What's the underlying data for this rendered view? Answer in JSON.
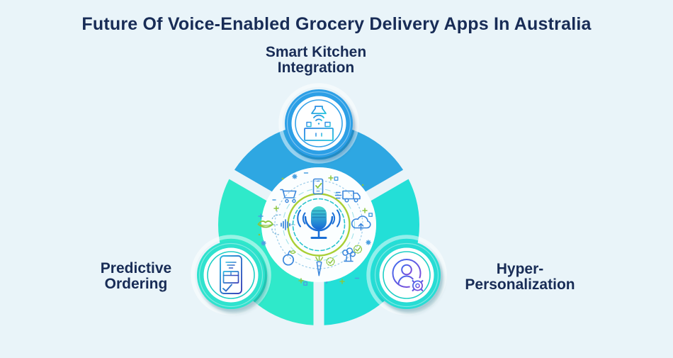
{
  "title": "Future Of Voice-Enabled Grocery Delivery Apps In Australia",
  "background_color": "#E9F4F9",
  "title_color": "#182C56",
  "segments": [
    {
      "name": "smart-kitchen-integration",
      "label_line1": "Smart Kitchen",
      "label_line2": "Integration",
      "segment_color": "#2EA7E2",
      "badge_color": "#2C9FE6",
      "ring_color": "#35A2E8",
      "icon": "smart-kitchen-icon"
    },
    {
      "name": "predictive-ordering",
      "label_line1": "Predictive",
      "label_line2": "Ordering",
      "segment_color": "#2FE9CA",
      "badge_color": "#2FE2CE",
      "ring_color": "#1FCFC5",
      "icon": "order-device-icon"
    },
    {
      "name": "hyper-personalization",
      "label_line1": "Hyper-",
      "label_line2": "Personalization",
      "segment_color": "#23DFD7",
      "badge_color": "#28DCD4",
      "ring_color": "#1FCFC5",
      "icon": "user-gear-icon"
    }
  ],
  "center": {
    "main_icon": "microphone-icon",
    "orbit_icons": [
      "shopping-cart-icon",
      "smartphone-check-icon",
      "delivery-truck-icon",
      "cloud-upload-icon",
      "broccoli-icon",
      "carrot-icon",
      "apple-icon",
      "lips-icon",
      "voice-wave-icon"
    ],
    "accent_blue": "#3B87DC",
    "accent_green": "#8CC63F",
    "ring_green": "#A9CF35",
    "ring_teal": "#2AC4CC",
    "mic_gradient_top": "#49DED0",
    "mic_gradient_bottom": "#1566D6"
  }
}
